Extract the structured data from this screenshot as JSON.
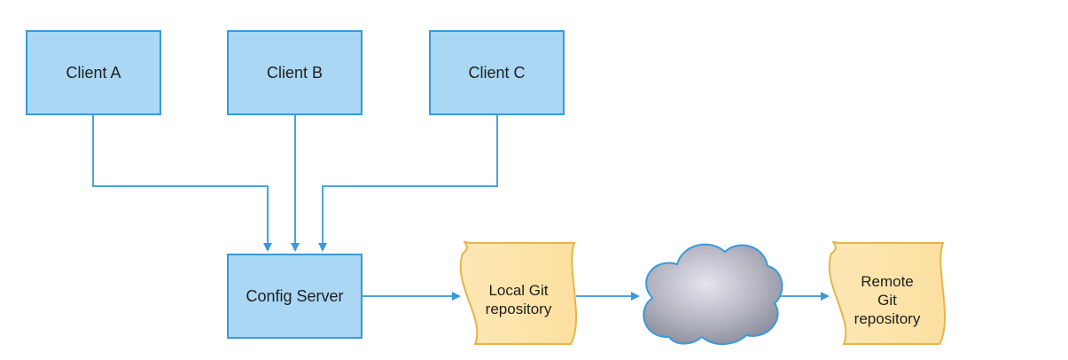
{
  "diagram": {
    "clients": [
      {
        "label": "Client A"
      },
      {
        "label": "Client B"
      },
      {
        "label": "Client C"
      }
    ],
    "config_server": {
      "label": "Config Server"
    },
    "local_repo": {
      "label": "Local Git\nrepository"
    },
    "remote_repo": {
      "label": "Remote\nGit\nrepository"
    },
    "colors": {
      "box_fill": "#a9d7f4",
      "box_border": "#3a9ad9",
      "connector": "#4aa3df",
      "repo_fill": "#fde6ad",
      "repo_border": "#e8b44a",
      "cloud_fill": "#a7a8b5"
    }
  }
}
